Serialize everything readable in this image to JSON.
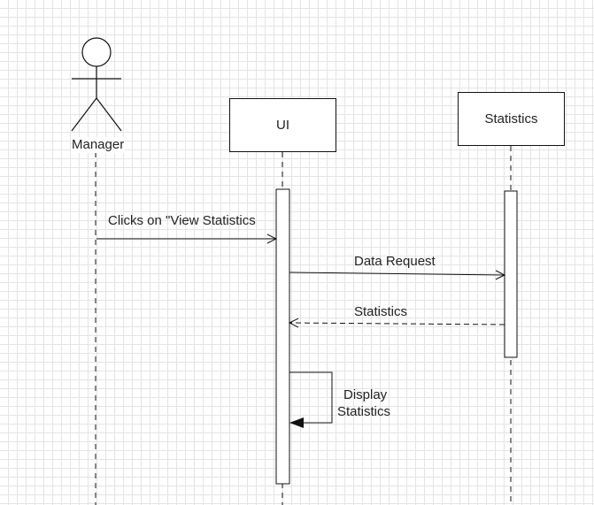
{
  "actor": {
    "name": "Manager"
  },
  "participants": [
    {
      "id": "ui",
      "label": "UI"
    },
    {
      "id": "statistics",
      "label": "Statistics"
    }
  ],
  "messages": [
    {
      "from": "Manager",
      "to": "UI",
      "label": "Clicks on \"View Statistics",
      "style": "solid"
    },
    {
      "from": "UI",
      "to": "Statistics",
      "label": "Data Request",
      "style": "solid"
    },
    {
      "from": "Statistics",
      "to": "UI",
      "label": "Statistics",
      "style": "dashed"
    },
    {
      "from": "UI",
      "to": "UI",
      "label_line1": "Display",
      "label_line2": "Statistics",
      "style": "self"
    }
  ],
  "colors": {
    "line": "#111111",
    "grid": "#e4e4e4",
    "background": "#ffffff"
  }
}
